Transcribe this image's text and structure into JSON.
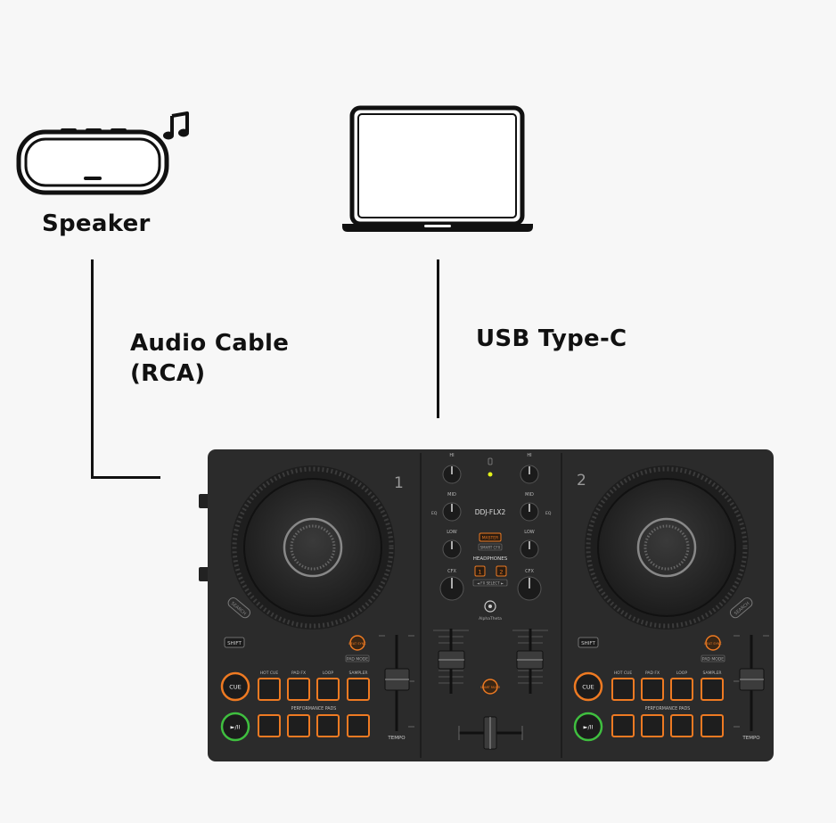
{
  "speaker": {
    "label": "Speaker"
  },
  "cables": {
    "audio_line1": "Audio Cable",
    "audio_line2": "(RCA)",
    "usb": "USB Type-C"
  },
  "controller": {
    "model": "DDJ-FLX2",
    "deck_left_number": "1",
    "deck_right_number": "2",
    "eq_labels": {
      "hi": "HI",
      "mid": "MID",
      "low": "LOW",
      "eq": "EQ",
      "cfx": "CFX"
    },
    "master_button": "MASTER",
    "smart_cfx": "SMART CFX",
    "headphones": "HEADPHONES",
    "hp_channel_1": "1",
    "hp_channel_2": "2",
    "fx_select": "◄ FX SELECT ►",
    "brand": "AlphaTheta",
    "shift": "SHIFT",
    "beat_sync": "BEAT SYNC",
    "pad_mode": "PAD MODE",
    "cue": "CUE",
    "play": "►/II",
    "pad_modes": [
      "HOT CUE",
      "PAD FX",
      "LOOP",
      "SAMPLER"
    ],
    "performance_pads": "PERFORMANCE PADS",
    "tempo": "TEMPO",
    "smart_fader": "SMART FADER",
    "search": "SEARCH"
  },
  "colors": {
    "background": "#f7f7f7",
    "outline": "#111111",
    "controller_body": "#2b2b2b",
    "pad_orange": "#ee7a22",
    "play_green": "#3fbf3f"
  },
  "icons": [
    "speaker-icon",
    "music-note-icon",
    "laptop-icon",
    "volume-icon",
    "headphone-icon"
  ]
}
